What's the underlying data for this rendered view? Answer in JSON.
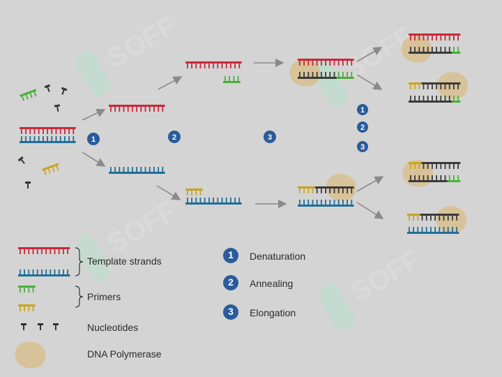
{
  "colors": {
    "background": "#d4d4d4",
    "template_red": "#c8283a",
    "template_blue": "#1f6e99",
    "template_teal": "#2f9fa6",
    "primer_green": "#4cae3c",
    "primer_yellow": "#c9a520",
    "new_strand_dark": "#3a3a3a",
    "step_circle": "#2a5b9b",
    "polymerase": "#d8c092",
    "arrow": "#8a8a8a"
  },
  "steps": [
    "1",
    "2",
    "3"
  ],
  "legend": {
    "template_label": "Template strands",
    "primers_label": "Primers",
    "nucleotides_label": "Nucleotides",
    "polymerase_label": "DNA Polymerase",
    "step_items": [
      {
        "num": "1",
        "label": "Denaturation"
      },
      {
        "num": "2",
        "label": "Annealing"
      },
      {
        "num": "3",
        "label": "Elongation"
      }
    ]
  },
  "watermark": "SOFF"
}
